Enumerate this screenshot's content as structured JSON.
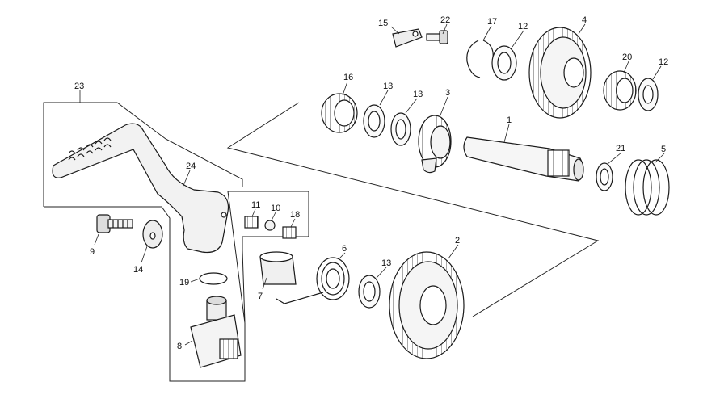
{
  "callouts": {
    "c1": "1",
    "c2": "2",
    "c3": "3",
    "c4": "4",
    "c5": "5",
    "c6": "6",
    "c7": "7",
    "c8": "8",
    "c9": "9",
    "c10": "10",
    "c11": "11",
    "c12a": "12",
    "c12b": "12",
    "c13a": "13",
    "c13b": "13",
    "c13c": "13",
    "c14": "14",
    "c15": "15",
    "c16": "16",
    "c17": "17",
    "c18": "18",
    "c19": "19",
    "c20": "20",
    "c21": "21",
    "c22": "22",
    "c23": "23",
    "c24": "24"
  }
}
